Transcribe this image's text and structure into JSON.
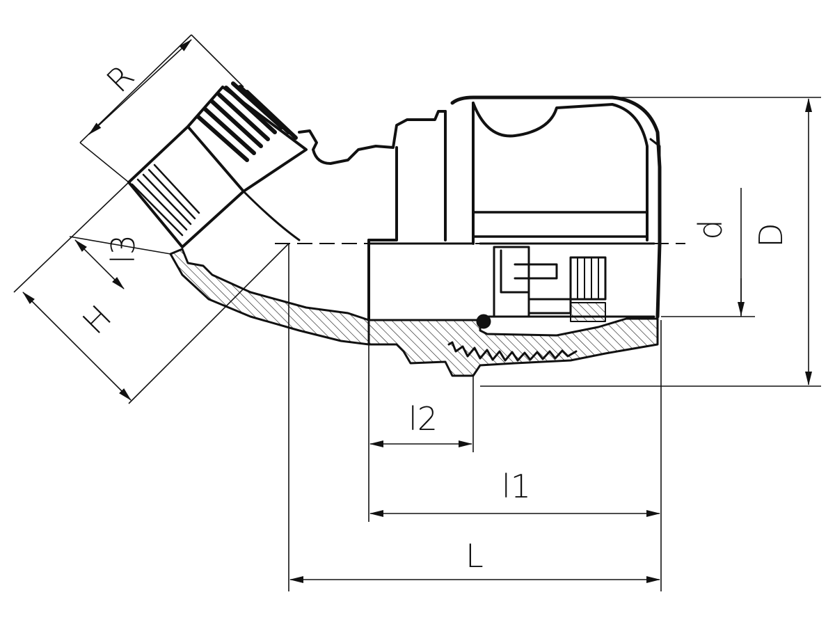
{
  "colors": {
    "line": "#111111",
    "background": "#ffffff"
  },
  "dimensions": {
    "R": "R",
    "l3": "l3",
    "H": "H",
    "d": "d",
    "D": "D",
    "l2": "l2",
    "l1": "l1",
    "L": "L"
  }
}
